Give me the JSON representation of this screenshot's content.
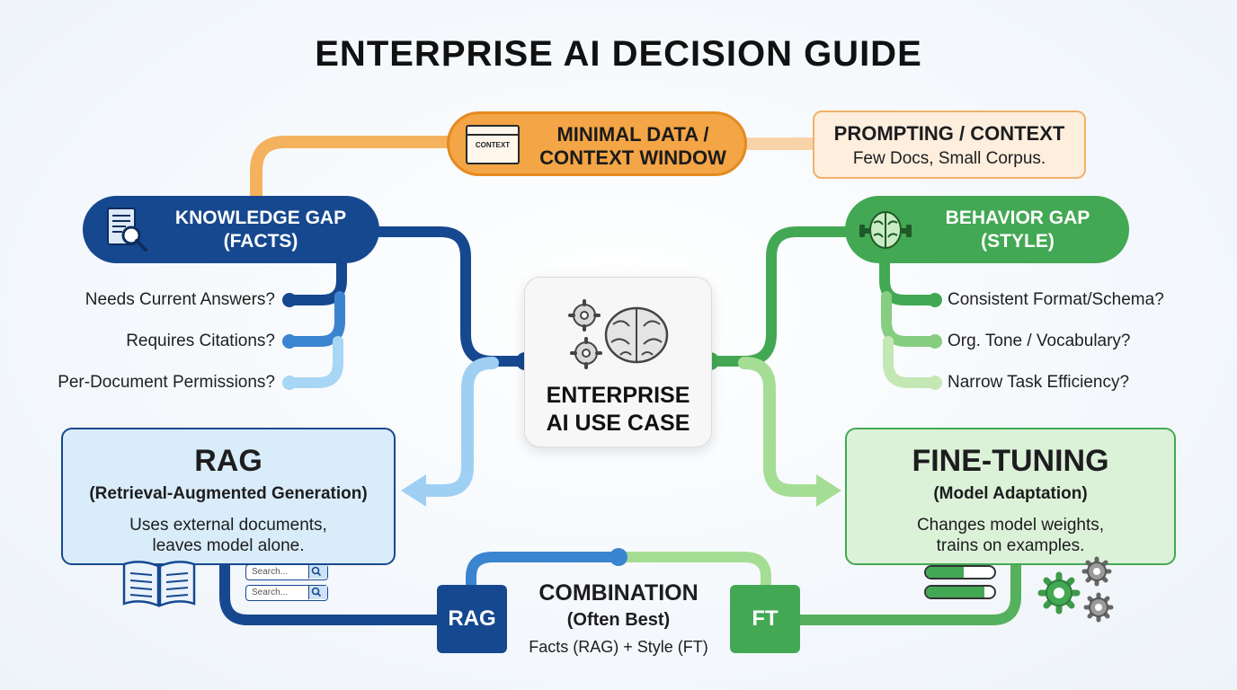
{
  "title": "ENTERPRISE AI DECISION GUIDE",
  "minimal_data": {
    "line1": "MINIMAL DATA /",
    "line2": "CONTEXT WINDOW",
    "icon_label": "CONTEXT",
    "icon": "context-window-icon"
  },
  "prompting": {
    "heading": "PROMPTING / CONTEXT",
    "sub": "Few Docs, Small Corpus."
  },
  "knowledge_gap": {
    "line1": "KNOWLEDGE GAP",
    "line2": "(FACTS)",
    "icon": "document-search-icon",
    "questions": [
      "Needs Current Answers?",
      "Requires Citations?",
      "Per-Document Permissions?"
    ]
  },
  "behavior_gap": {
    "line1": "BEHAVIOR GAP",
    "line2": "(STYLE)",
    "icon": "brain-dumbbell-icon",
    "questions": [
      "Consistent Format/Schema?",
      "Org. Tone / Vocabulary?",
      "Narrow Task Efficiency?"
    ]
  },
  "center": {
    "line1": "ENTERPRISE",
    "line2": "AI USE CASE",
    "icon": "brain-gears-icon"
  },
  "rag": {
    "heading": "RAG",
    "subheading": "(Retrieval-Augmented Generation)",
    "desc1": "Uses external documents,",
    "desc2": "leaves model alone.",
    "search_placeholders": [
      "Search...",
      "Search..."
    ],
    "icon": "open-book-icon"
  },
  "fine_tuning": {
    "heading": "FINE-TUNING",
    "subheading": "(Model Adaptation)",
    "desc1": "Changes model weights,",
    "desc2": "trains on examples.",
    "progress": [
      0.55,
      0.85
    ],
    "icon": "gears-icon"
  },
  "combination": {
    "heading": "COMBINATION",
    "subheading": "(Often Best)",
    "desc": "Facts (RAG) + Style (FT)",
    "rag_label": "RAG",
    "ft_label": "FT"
  },
  "colors": {
    "dark_blue": "#16488f",
    "mid_blue": "#3b84d0",
    "light_blue": "#8fc8f2",
    "dark_green": "#43a854",
    "mid_green": "#7dc97a",
    "light_green": "#b9e4a8",
    "orange": "#f4a546"
  }
}
